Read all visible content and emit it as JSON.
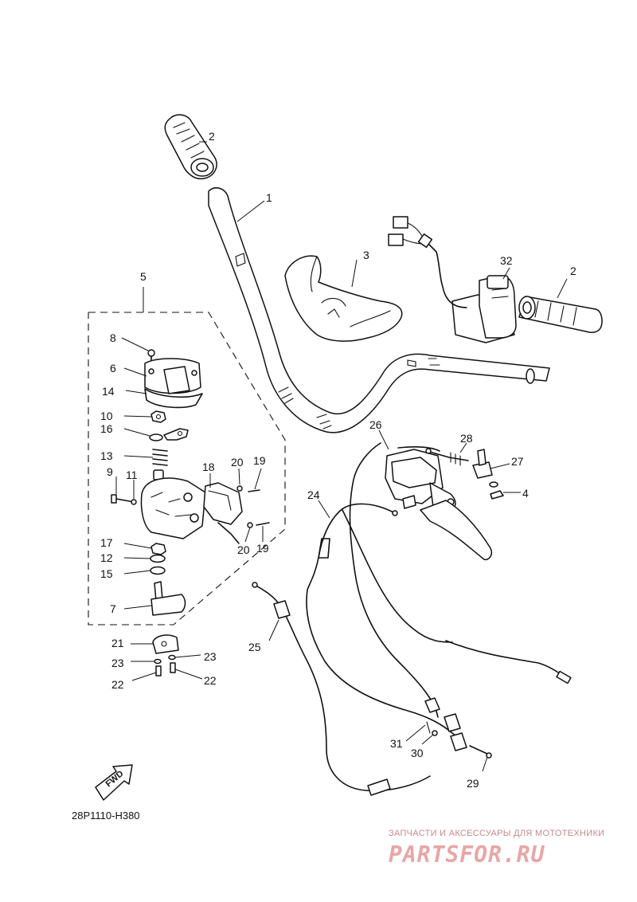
{
  "diagram": {
    "code": "28P1110-H380",
    "fwd_label": "FWD",
    "callouts": [
      "1",
      "2",
      "2",
      "3",
      "4",
      "5",
      "6",
      "7",
      "8",
      "9",
      "10",
      "11",
      "12",
      "13",
      "14",
      "15",
      "16",
      "17",
      "18",
      "19",
      "19",
      "20",
      "20",
      "21",
      "22",
      "22",
      "23",
      "23",
      "24",
      "25",
      "26",
      "27",
      "28",
      "29",
      "30",
      "31",
      "32"
    ]
  },
  "watermark": {
    "tagline": "ЗАПЧАСТИ И АКСЕССУАРЫ ДЛЯ МОТОТЕХНИКИ",
    "logo": "PARTSFOR.RU"
  }
}
